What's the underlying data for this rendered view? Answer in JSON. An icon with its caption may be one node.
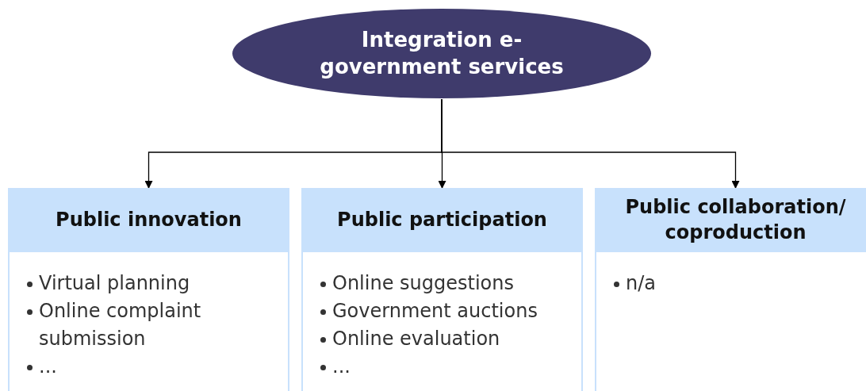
{
  "diagram": {
    "nodes": [
      {
        "text": [
          "Integration e-government services"
        ]
      },
      {
        "text": [
          "Public innovation",
          "Virtual planning",
          "Online complaint submission",
          "..."
        ]
      },
      {
        "text": [
          "Public participation",
          "Online suggestions",
          "Government auctions",
          "Online evaluation",
          "..."
        ]
      },
      {
        "text": [
          "Public collaboration/ coproduction",
          "n/a"
        ]
      }
    ],
    "edges": [
      {
        "from": 0,
        "to": 1,
        "arrow": "to"
      },
      {
        "from": 0,
        "to": 2,
        "arrow": "to"
      },
      {
        "from": 0,
        "to": 3,
        "arrow": "to"
      }
    ]
  }
}
